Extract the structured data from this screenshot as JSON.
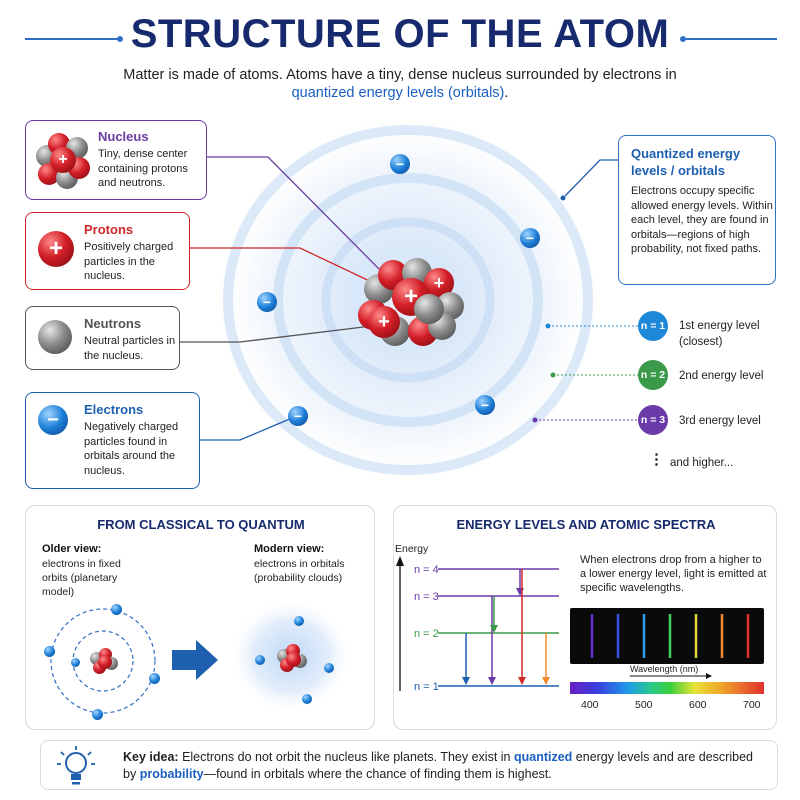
{
  "header": {
    "title": "STRUCTURE OF THE ATOM",
    "subtitle_pre": "Matter is made of atoms. Atoms have a tiny, dense nucleus surrounded by electrons in ",
    "subtitle_hl": "quantized energy levels (orbitals)",
    "subtitle_post": "."
  },
  "cards": {
    "nucleus": {
      "title": "Nucleus",
      "text": "Tiny, dense center containing protons and neutrons."
    },
    "protons": {
      "title": "Protons",
      "text": "Positively charged particles in the nucleus."
    },
    "neutrons": {
      "title": "Neutrons",
      "text": "Neutral particles in the nucleus."
    },
    "electrons": {
      "title": "Electrons",
      "text": "Negatively charged particles found in orbitals around the nucleus."
    },
    "quantized": {
      "title": "Quantized energy levels / orbitals",
      "text": "Electrons occupy specific allowed energy levels. Within each level, they are found in orbitals—regions of high probability, not fixed paths."
    }
  },
  "levels": [
    {
      "badge": "n = 1",
      "label": "1st energy level (closest)",
      "color": "#1e88d8"
    },
    {
      "badge": "n = 2",
      "label": "2nd energy level",
      "color": "#3a9a4a"
    },
    {
      "badge": "n = 3",
      "label": "3rd energy level",
      "color": "#6a3aa8"
    }
  ],
  "levels_more": {
    "dots": "⋮",
    "label": "and higher..."
  },
  "classical": {
    "title": "FROM CLASSICAL TO QUANTUM",
    "old_title": "Older view:",
    "old_text": "electrons in fixed orbits (planetary model)",
    "new_title": "Modern view:",
    "new_text": "electrons in orbitals (probability clouds)"
  },
  "spectra": {
    "title": "ENERGY LEVELS AND ATOMIC SPECTRA",
    "axis_label": "Energy",
    "levels": [
      "n = 4",
      "n = 3",
      "n = 2",
      "n = 1"
    ],
    "description": "When electrons drop from a higher to a lower energy level, light is emitted at specific wavelengths.",
    "wavelength_label": "Wavelength (nm)",
    "ticks": [
      "400",
      "500",
      "600",
      "700"
    ],
    "line_colors": [
      "#6b2fd1",
      "#3a4ee0",
      "#2aa0e8",
      "#3ccf5a",
      "#e6d23a",
      "#f08a2a",
      "#e23030"
    ]
  },
  "key_idea": {
    "lead": "Key idea:",
    "t1": " Electrons do not orbit the nucleus like planets. They exist in ",
    "hl1": "quantized",
    "t2": " energy levels and are described by ",
    "hl2": "probability",
    "t3": "—found in orbitals where the chance of finding them is highest."
  },
  "symbols": {
    "plus": "+",
    "minus": "−"
  }
}
